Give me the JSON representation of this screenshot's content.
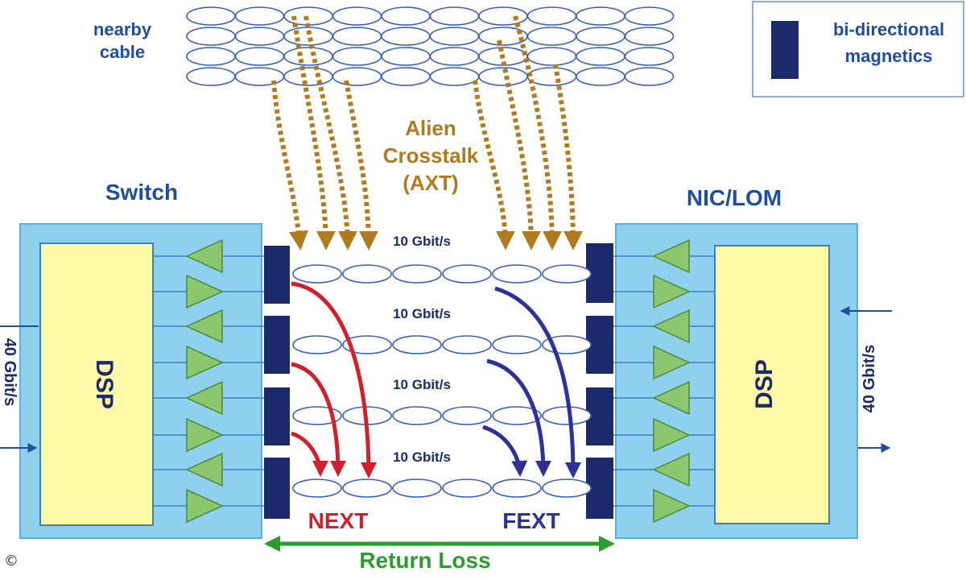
{
  "labels": {
    "nearby_cable": [
      "nearby",
      "cable"
    ],
    "legend": [
      "bi-directional",
      "magnetics"
    ],
    "alien": [
      "Alien",
      "Crosstalk",
      "(AXT)"
    ],
    "switch": "Switch",
    "nic": "NIC/LOM",
    "dsp_left": "DSP",
    "dsp_right": "DSP",
    "rate_left": "40 Gbit/s",
    "rate_right": "40 Gbit/s",
    "pair_rates": [
      "10 Gbit/s",
      "10 Gbit/s",
      "10 Gbit/s",
      "10 Gbit/s"
    ],
    "next": "NEXT",
    "fext": "FEXT",
    "return_loss": "Return Loss",
    "copyright": "©"
  },
  "colors": {
    "navy": "#1b2a6b",
    "blue_text": "#1f4e9c",
    "panel": "#8fd0ee",
    "dsp_fill": "#fffaa8",
    "triangle": "#8cc66f",
    "axt": "#b07a1e",
    "next": "#d0202c",
    "fext": "#2c3296",
    "return_loss": "#2f9a2f",
    "cable": "#3a5fb5"
  }
}
